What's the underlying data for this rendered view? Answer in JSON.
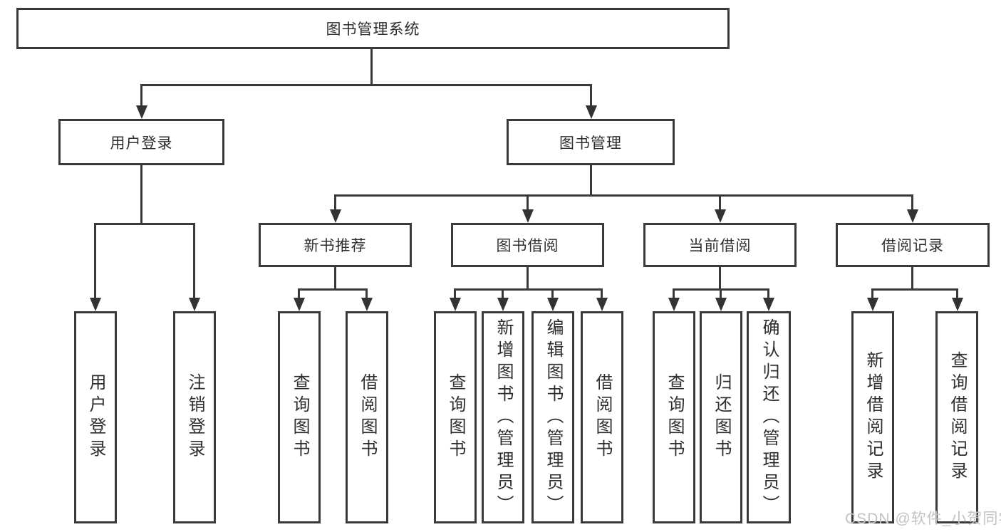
{
  "colors": {
    "line": "#3a3a3a",
    "border": "#3a3a3a",
    "text": "#2e2e2e",
    "box_background": "#ffffff",
    "watermark": "#c3c3c3"
  },
  "root": {
    "label": "图书管理系统"
  },
  "level2": [
    {
      "label": "用户登录"
    },
    {
      "label": "图书管理"
    }
  ],
  "level3": [
    {
      "label": "新书推荐"
    },
    {
      "label": "图书借阅"
    },
    {
      "label": "当前借阅"
    },
    {
      "label": "借阅记录"
    }
  ],
  "leaves": {
    "user_login": [
      "用户登录",
      "注销登录"
    ],
    "new_book": [
      "查询图书",
      "借阅图书"
    ],
    "book_borrow": [
      "查询图书",
      "新增图书（管理员）",
      "编辑图书（管理员）",
      "借阅图书"
    ],
    "current_borrow": [
      "查询图书",
      "归还图书",
      "确认归还（管理员）"
    ],
    "borrow_records": [
      "新增借阅记录",
      "查询借阅记录"
    ]
  },
  "watermark": {
    "text": "CSDN @软件_小贺同学"
  }
}
